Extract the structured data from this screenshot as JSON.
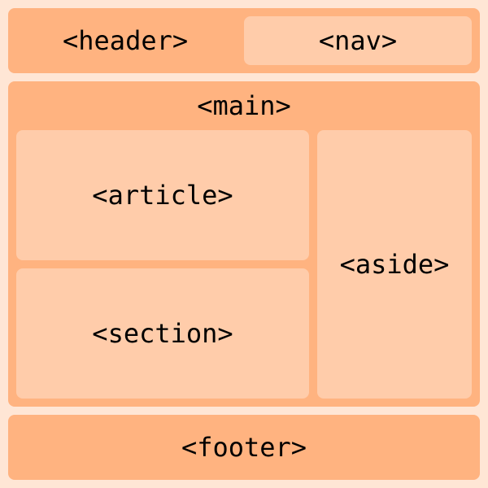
{
  "diagram": {
    "header": "<header>",
    "nav": "<nav>",
    "main": "<main>",
    "article": "<article>",
    "section": "<section>",
    "aside": "<aside>",
    "footer": "<footer>"
  },
  "colors": {
    "background": "#ffe6d5",
    "outer": "#ffb380",
    "inner": "#ffccaa"
  }
}
